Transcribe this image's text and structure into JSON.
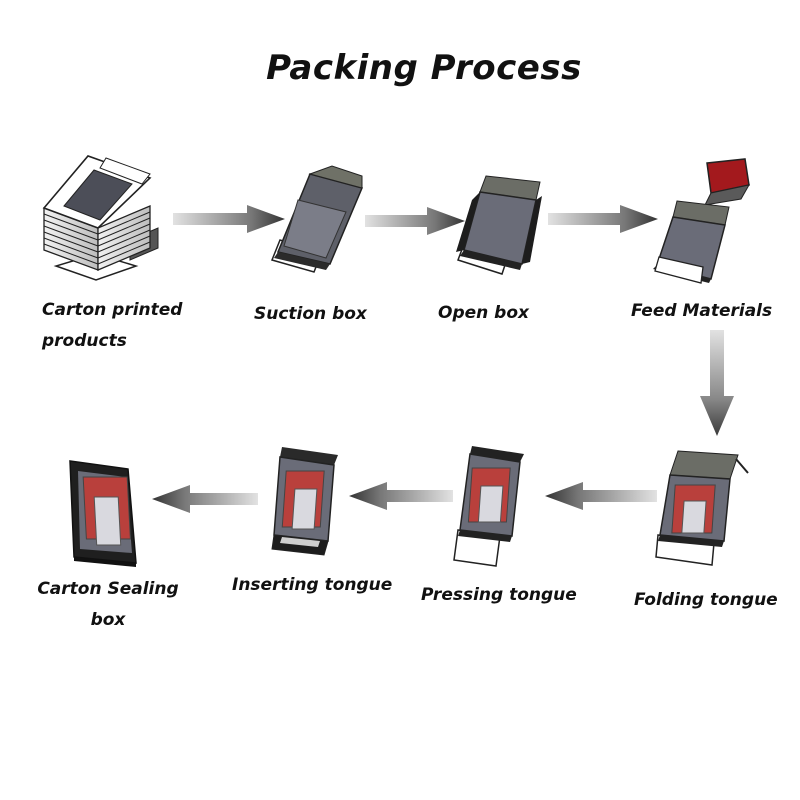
{
  "title": "Packing Process",
  "steps": [
    {
      "id": "carton-printed-products",
      "lines": [
        "Carton printed",
        "products"
      ]
    },
    {
      "id": "suction-box",
      "lines": [
        "Suction box"
      ]
    },
    {
      "id": "open-box",
      "lines": [
        "Open box"
      ]
    },
    {
      "id": "feed-materials",
      "lines": [
        "Feed Materials"
      ]
    },
    {
      "id": "folding-tongue",
      "lines": [
        "Folding tongue"
      ]
    },
    {
      "id": "pressing-tongue",
      "lines": [
        "Pressing tongue"
      ]
    },
    {
      "id": "inserting-tongue",
      "lines": [
        "Inserting tongue"
      ]
    },
    {
      "id": "carton-sealing-box",
      "lines": [
        "Carton Sealing",
        "box"
      ]
    }
  ],
  "flow": "steps proceed left-to-right on the top row, down on the right, then right-to-left on the bottom row",
  "colors": {
    "text": "#111111",
    "box_dark": "#2a2a2a",
    "box_gray": "#6d6f7a",
    "product_red": "#b9403c",
    "arrow": "#555555"
  }
}
